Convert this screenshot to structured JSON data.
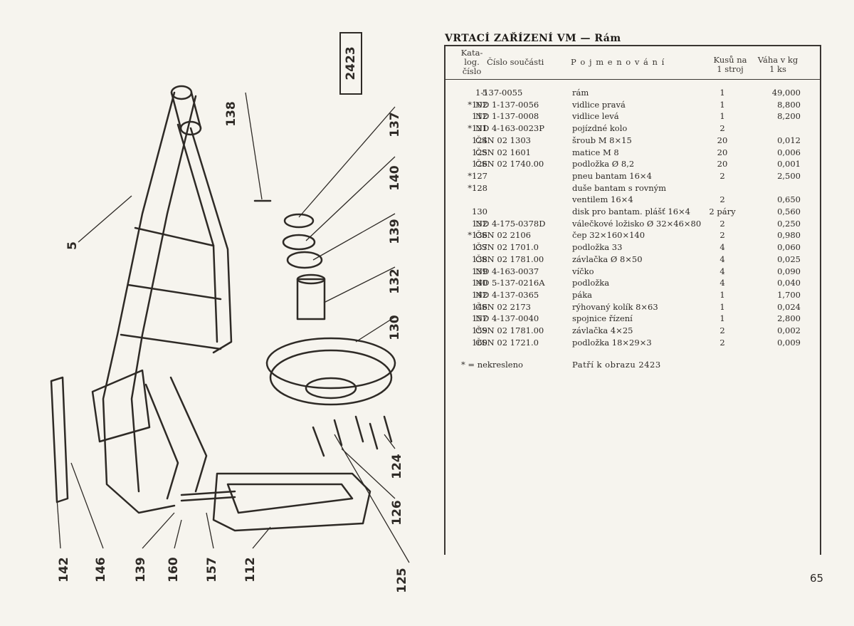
{
  "figure": {
    "number": "2423",
    "callouts": [
      "138",
      "137",
      "140",
      "139",
      "132",
      "130",
      "124",
      "126",
      "125",
      "142",
      "146",
      "139",
      "160",
      "157",
      "112",
      "5"
    ]
  },
  "title": "VRTACÍ ZAŘÍZENÍ VM — Rám",
  "table": {
    "headers": {
      "katalog": "Kata-\nlog.\nčíslo",
      "cislo": "Číslo součásti",
      "nazev": "P o j m e n o v á n í",
      "kusu": "Kusů na\n1 stroj",
      "vaha": "Váha v kg\n1 ks"
    },
    "rows": [
      {
        "kat": "5",
        "cislo": "1-137-0055",
        "nazev": "rám",
        "kusu": "1",
        "vaha": "49,000"
      },
      {
        "kat": "*102",
        "cislo": "ND 1-137-0056",
        "nazev": "vidlice pravá",
        "kusu": "1",
        "vaha": "8,800"
      },
      {
        "kat": "112",
        "cislo": "ND 1-137-0008",
        "nazev": "vidlice levá",
        "kusu": "1",
        "vaha": "8,200"
      },
      {
        "kat": "*121",
        "cislo": "ND 4-163-0023P",
        "nazev": "pojízdné kolo",
        "kusu": "2",
        "vaha": ""
      },
      {
        "kat": "124",
        "cislo": "ČSN 02 1303",
        "nazev": "šroub M 8×15",
        "kusu": "20",
        "vaha": "0,012"
      },
      {
        "kat": "125",
        "cislo": "ČSN 02 1601",
        "nazev": "matice M 8",
        "kusu": "20",
        "vaha": "0,006"
      },
      {
        "kat": "126",
        "cislo": "ČSN 02 1740.00",
        "nazev": "podložka Ø 8,2",
        "kusu": "20",
        "vaha": "0,001"
      },
      {
        "kat": "*127",
        "cislo": "",
        "nazev": "pneu bantam 16×4",
        "kusu": "2",
        "vaha": "2,500"
      },
      {
        "kat": "*128",
        "cislo": "",
        "nazev": "duše bantam s rovným",
        "kusu": "",
        "vaha": ""
      },
      {
        "kat": "",
        "cislo": "",
        "nazev": "ventilem 16×4",
        "kusu": "2",
        "vaha": "0,650"
      },
      {
        "kat": "130",
        "cislo": "",
        "nazev": "disk pro bantam. plášť 16×4",
        "kusu": "2 páry",
        "vaha": "0,560"
      },
      {
        "kat": "132",
        "cislo": "ND 4-175-0378D",
        "nazev": "válečkové ložisko Ø 32×46×80",
        "kusu": "2",
        "vaha": "0,250"
      },
      {
        "kat": "*136",
        "cislo": "ČSN 02 2106",
        "nazev": "čep 32×160×140",
        "kusu": "2",
        "vaha": "0,980"
      },
      {
        "kat": "137",
        "cislo": "ČSN 02 1701.0",
        "nazev": "podložka 33",
        "kusu": "4",
        "vaha": "0,060"
      },
      {
        "kat": "138",
        "cislo": "ČSN 02 1781.00",
        "nazev": "závlačka Ø 8×50",
        "kusu": "4",
        "vaha": "0,025"
      },
      {
        "kat": "139",
        "cislo": "ND 4-163-0037",
        "nazev": "víčko",
        "kusu": "4",
        "vaha": "0,090"
      },
      {
        "kat": "140",
        "cislo": "ND 5-137-0216A",
        "nazev": "podložka",
        "kusu": "4",
        "vaha": "0,040"
      },
      {
        "kat": "142",
        "cislo": "ND 4-137-0365",
        "nazev": "páka",
        "kusu": "1",
        "vaha": "1,700"
      },
      {
        "kat": "146",
        "cislo": "ČSN 02 2173",
        "nazev": "rýhovaný kolík 8×63",
        "kusu": "1",
        "vaha": "0,024"
      },
      {
        "kat": "157",
        "cislo": "ND 4-137-0040",
        "nazev": "spojnice řízení",
        "kusu": "1",
        "vaha": "2,800"
      },
      {
        "kat": "159",
        "cislo": "ČSN 02 1781.00",
        "nazev": "závlačka 4×25",
        "kusu": "2",
        "vaha": "0,002"
      },
      {
        "kat": "160",
        "cislo": "ČSN 02 1721.0",
        "nazev": "podložka 18×29×3",
        "kusu": "2",
        "vaha": "0,009"
      }
    ]
  },
  "note_left": "* = nekresleno",
  "note_right": "Patří k obrazu 2423",
  "page_number": "65"
}
